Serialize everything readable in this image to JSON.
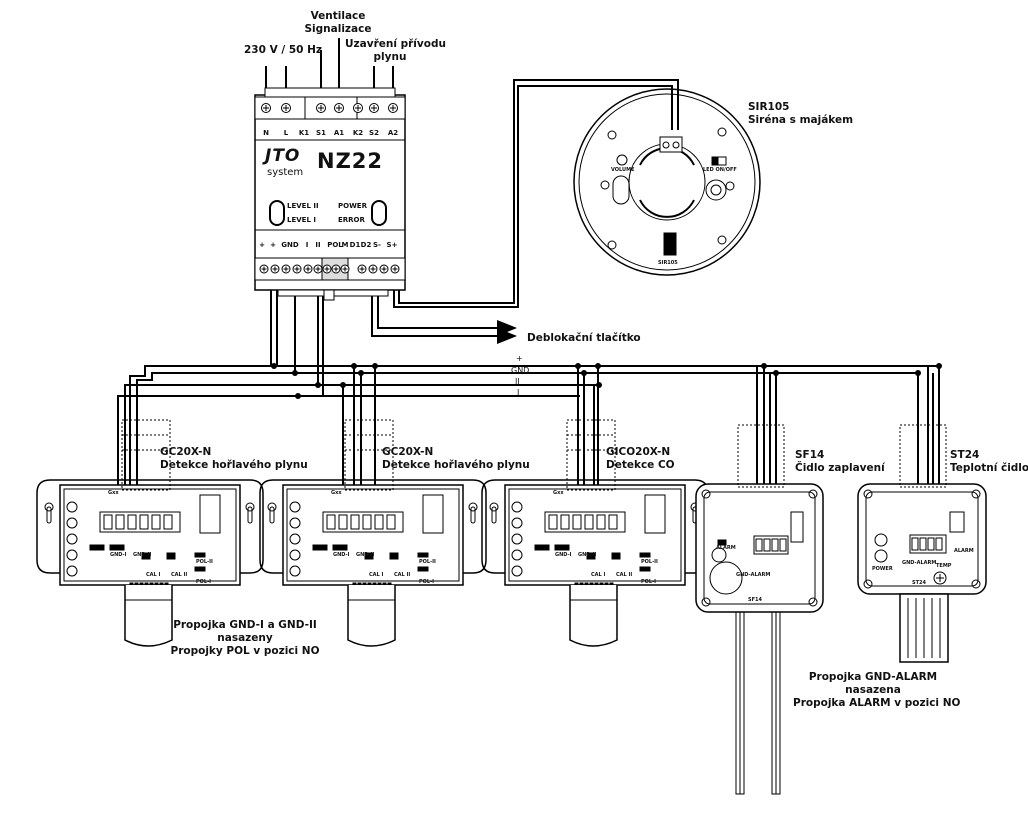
{
  "inputs": {
    "power": "230 V / 50 Hz",
    "ventilation": "Ventilace",
    "signaling": "Signalizace",
    "gas_shutoff_line1": "Uzavření přívodu",
    "gas_shutoff_line2": "plynu"
  },
  "controller": {
    "brand_line1": "JTO",
    "brand_line2": "system",
    "model": "NZ22",
    "top_terminals": [
      "N",
      "L",
      "K1",
      "S1",
      "A1",
      "K2",
      "S2",
      "A2"
    ],
    "bottom_terminals": [
      "+",
      "+",
      "GND",
      "I",
      "II",
      "POL",
      "M",
      "D1",
      "D2",
      "S-",
      "S+"
    ],
    "leds_left": [
      "LEVEL II",
      "LEVEL I"
    ],
    "leds_right": [
      "POWER",
      "ERROR"
    ]
  },
  "siren": {
    "name": "SIR105",
    "desc": "Siréna s majákem",
    "volume": "VOLUME",
    "led_switch": "LED ON/OFF",
    "logo": "SIR105"
  },
  "unlock_button": "Deblokační tlačítko",
  "bus": [
    "+",
    "GND",
    "II",
    "I"
  ],
  "detectors": [
    {
      "name": "GC20X-N",
      "desc": "Detekce hořlavého plynu"
    },
    {
      "name": "GC20X-N",
      "desc": "Detekce hořlavého plynu"
    },
    {
      "name": "GICO20X-N",
      "desc": "Detekce CO"
    },
    {
      "name": "SF14",
      "desc": "Čidlo zaplavení"
    },
    {
      "name": "ST24",
      "desc": "Teplotní čidlo"
    }
  ],
  "detector_board": {
    "gxx": "Gxx",
    "gnd1": "GND-I",
    "gnd2": "GND-II",
    "cal1": "CAL I",
    "cal2": "CAL II",
    "pol2": "POL-II",
    "pol1": "POL-I"
  },
  "sensor_board": {
    "alarm": "ALARM",
    "gnd_alarm": "GND-ALARM",
    "power": "POWER",
    "temp": "TEMP",
    "sf14_logo": "SF14",
    "st24_logo": "ST24"
  },
  "notes": {
    "note1_line1": "Propojka GND-I a GND-II",
    "note1_line2": "nasazeny",
    "note1_line3": "Propojky POL v pozici NO",
    "note2_line1": "Propojka GND-ALARM",
    "note2_line2": "nasazena",
    "note2_line3": "Propojka ALARM v pozici NO"
  }
}
